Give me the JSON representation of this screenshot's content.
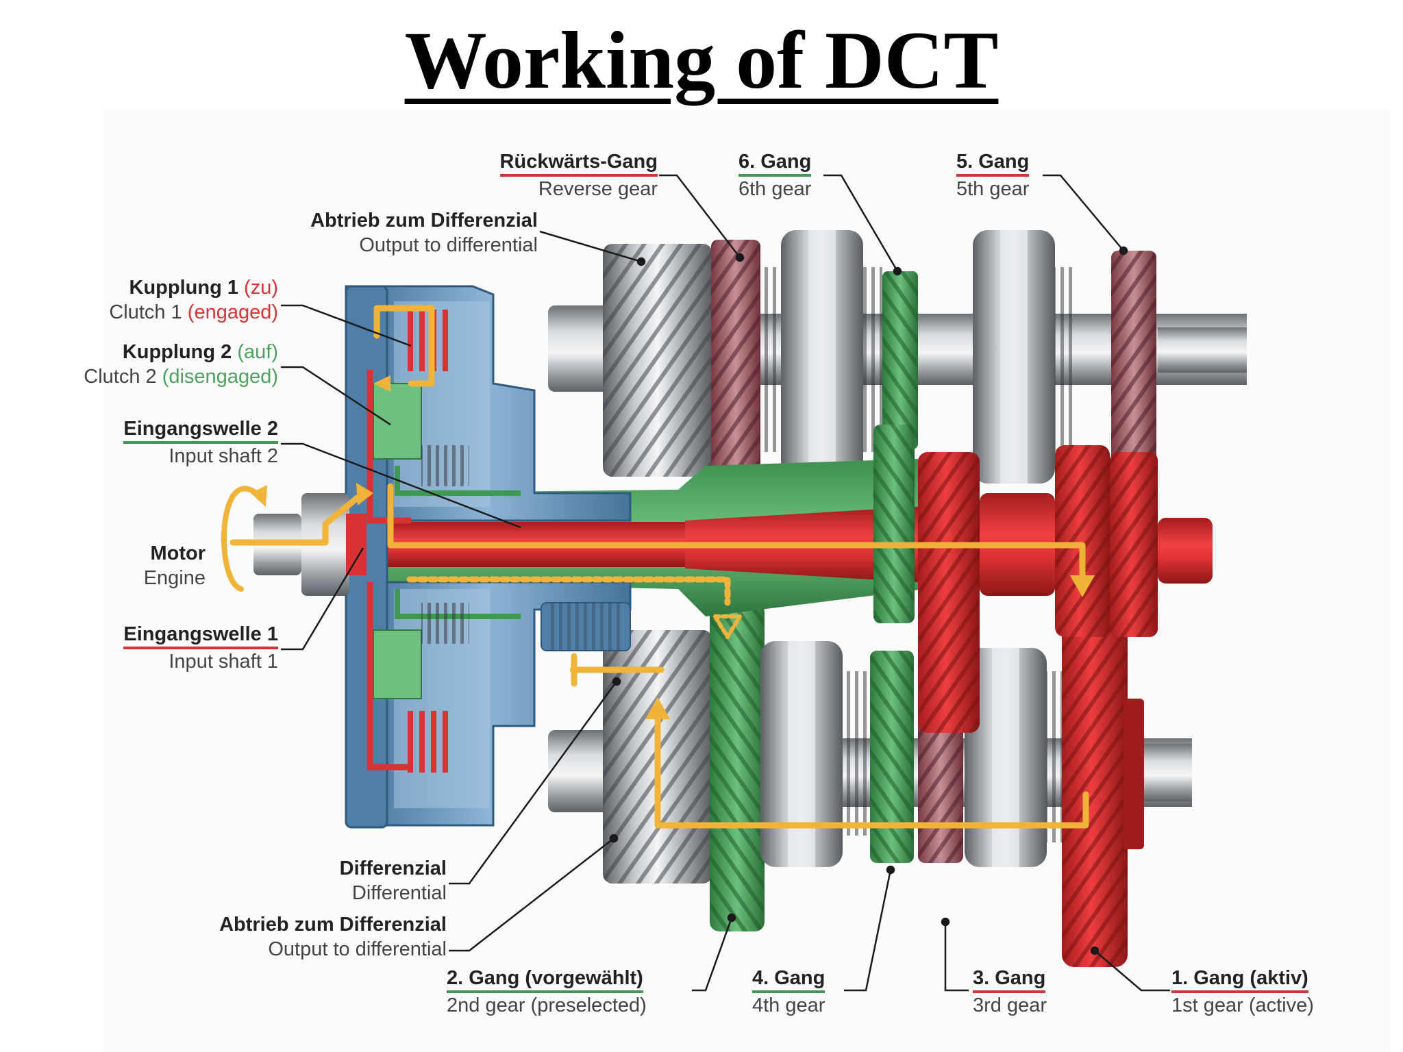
{
  "title": "Working of DCT",
  "colors": {
    "engaged": "#d83232",
    "disengaged": "#3e9a52",
    "flow": "#f0b43a",
    "housing": "#5f8fb8",
    "steel": "#9a9ea3"
  },
  "labels": {
    "reverse": {
      "de": "Rückwärts-Gang",
      "en": "Reverse gear"
    },
    "gear6": {
      "de": "6. Gang",
      "en": "6th gear"
    },
    "gear5": {
      "de": "5. Gang",
      "en": "5th gear"
    },
    "output_top": {
      "de": "Abtrieb zum Differenzial",
      "en": "Output to differential"
    },
    "clutch1": {
      "de": "Kupplung 1",
      "de_state": "(zu)",
      "en": "Clutch 1",
      "en_state": "(engaged)"
    },
    "clutch2": {
      "de": "Kupplung 2",
      "de_state": "(auf)",
      "en": "Clutch 2",
      "en_state": "(disengaged)"
    },
    "input2": {
      "de": "Eingangswelle 2",
      "en": "Input shaft 2"
    },
    "motor": {
      "de": "Motor",
      "en": "Engine"
    },
    "input1": {
      "de": "Eingangswelle 1",
      "en": "Input shaft 1"
    },
    "differential": {
      "de": "Differenzial",
      "en": "Differential"
    },
    "output_bottom": {
      "de": "Abtrieb zum Differenzial",
      "en": "Output to differential"
    },
    "gear2": {
      "de": "2. Gang (vorgewählt)",
      "en": "2nd gear (preselected)"
    },
    "gear4": {
      "de": "4. Gang",
      "en": "4th gear"
    },
    "gear3": {
      "de": "3. Gang",
      "en": "3rd gear"
    },
    "gear1": {
      "de": "1. Gang (aktiv)",
      "en": "1st gear (active)"
    }
  }
}
